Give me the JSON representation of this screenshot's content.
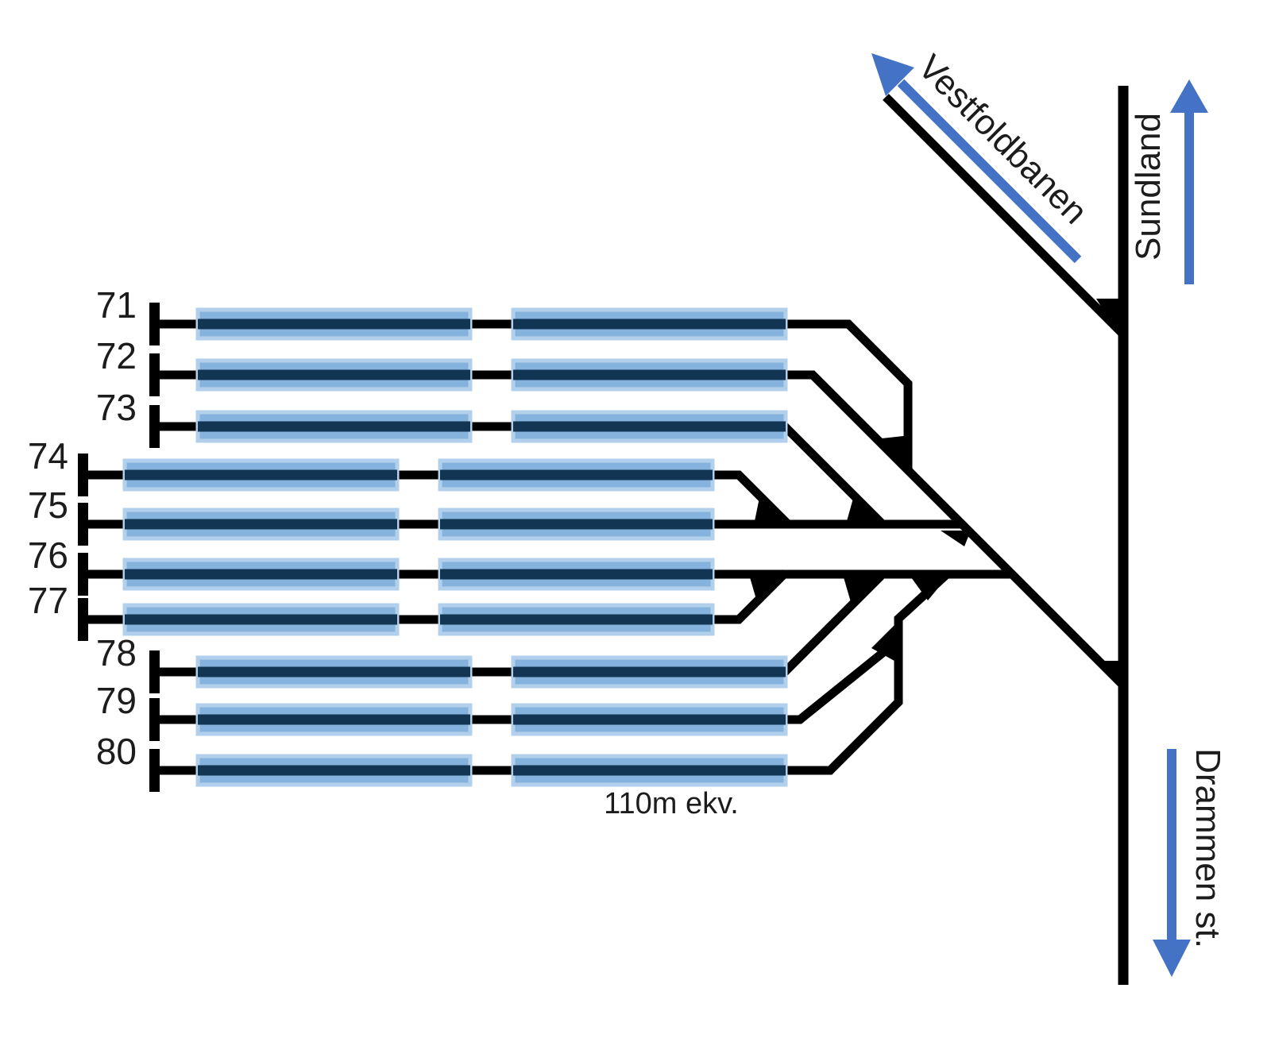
{
  "diagram": {
    "kind": "railway yard track schematic",
    "note": "110m ekv.",
    "tracks": [
      {
        "label": "71"
      },
      {
        "label": "72"
      },
      {
        "label": "73"
      },
      {
        "label": "74"
      },
      {
        "label": "75"
      },
      {
        "label": "76"
      },
      {
        "label": "77"
      },
      {
        "label": "78"
      },
      {
        "label": "79"
      },
      {
        "label": "80"
      }
    ],
    "destinations": {
      "vestfoldbanen": "Vestfoldbanen",
      "sundland": "Sundland",
      "drammen": "Drammen st."
    }
  },
  "colors": {
    "line": "#000000",
    "band": "#85b3dd",
    "band_edge": "#b2d0eb",
    "navy": "#123553",
    "arrow": "#4472c4",
    "text": "#1c1c1c"
  }
}
